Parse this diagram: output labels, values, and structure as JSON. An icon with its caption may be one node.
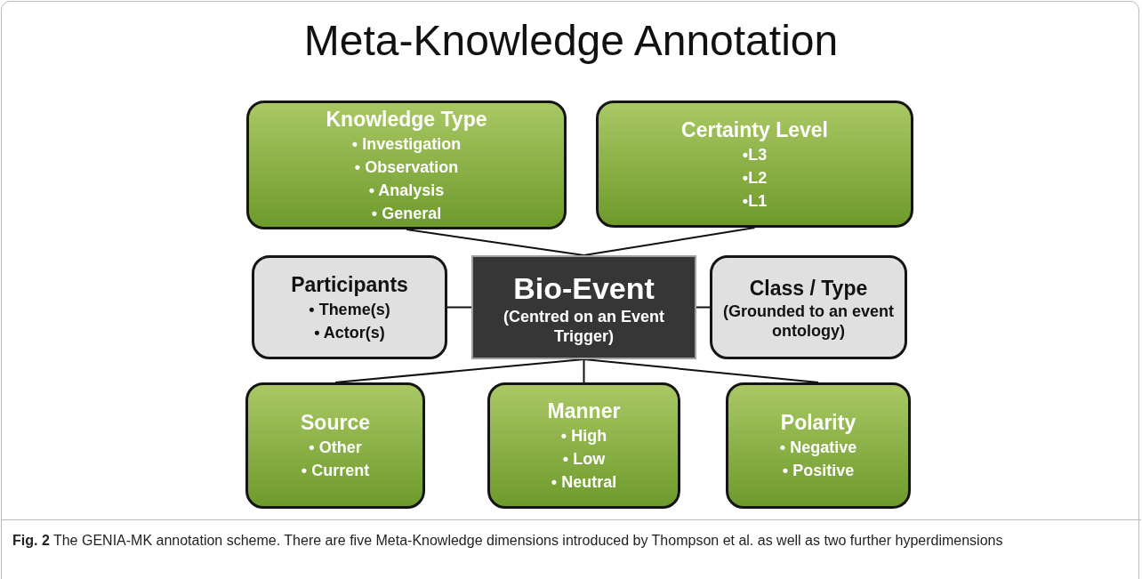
{
  "diagram": {
    "title": "Meta-Knowledge Annotation",
    "nodes": [
      {
        "text": [
          "Knowledge Type",
          "• Investigation",
          "• Observation",
          "• Analysis",
          "• General"
        ]
      },
      {
        "text": [
          "Certainty Level",
          "•L3",
          "•L2",
          "•L1"
        ]
      },
      {
        "text": [
          "Participants",
          "• Theme(s)",
          "• Actor(s)"
        ]
      },
      {
        "text": [
          "Bio-Event",
          "(Centred on an Event Trigger)"
        ]
      },
      {
        "text": [
          "Class / Type",
          "(Grounded to an event ontology)"
        ]
      },
      {
        "text": [
          "Source",
          "• Other",
          "• Current"
        ]
      },
      {
        "text": [
          "Manner",
          "• High",
          "• Low",
          "• Neutral"
        ]
      },
      {
        "text": [
          "Polarity",
          "• Negative",
          "• Positive"
        ]
      }
    ],
    "edges": [
      {
        "from": 0,
        "to": 3,
        "arrow": "none"
      },
      {
        "from": 1,
        "to": 3,
        "arrow": "none"
      },
      {
        "from": 2,
        "to": 3,
        "arrow": "none"
      },
      {
        "from": 3,
        "to": 4,
        "arrow": "none"
      },
      {
        "from": 3,
        "to": 5,
        "arrow": "none"
      },
      {
        "from": 3,
        "to": 6,
        "arrow": "none"
      },
      {
        "from": 3,
        "to": 7,
        "arrow": "none"
      }
    ],
    "caption": "**Fig. 2** The GENIA-MK annotation scheme.  There are five Meta-Knowledge dimensions introduced by Thompson et al. as well as two further hyperdimensions"
  }
}
